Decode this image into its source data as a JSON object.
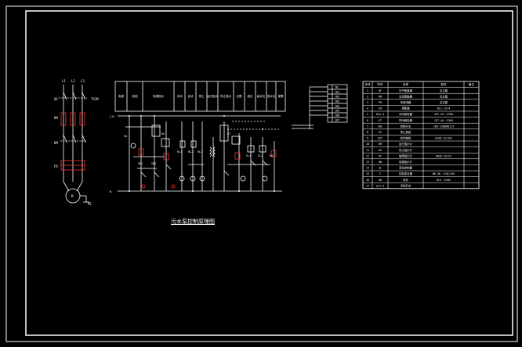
{
  "title": "污水泵控制原理图",
  "motor": {
    "phases": [
      "L1",
      "L2",
      "L3"
    ],
    "breaker": "QS",
    "contactor": "KM",
    "thermal": "FR",
    "ground": "PE",
    "motor": "M",
    "bus": "TX3M"
  },
  "function_headers": [
    "电源",
    "控制",
    "电源指示",
    "手动",
    "自动",
    "停止",
    "运行指示",
    "停止指示",
    "过载",
    "液位",
    "高水位",
    "低水位",
    "报警"
  ],
  "terminal_block": [
    "TB",
    "101",
    "102",
    "103",
    "104",
    "105",
    "106",
    "107"
  ],
  "wiring_labels": [
    "L11",
    "N",
    "SA",
    "SB1",
    "SB2",
    "KA",
    "HL1",
    "HL2",
    "HL3",
    "KT",
    "SL1",
    "SL2",
    "HA"
  ],
  "parts_table": {
    "headers": [
      "序号",
      "符号",
      "名称",
      "型号",
      "备注"
    ],
    "rows": [
      [
        "1",
        "QF",
        "空气断路器",
        "见主图",
        ""
      ],
      [
        "2",
        "KM",
        "交流接触器",
        "见主图",
        ""
      ],
      [
        "3",
        "FR",
        "热继电器",
        "见主图",
        ""
      ],
      [
        "4",
        "FU",
        "熔断器",
        "RL1-15/4",
        ""
      ],
      [
        "5",
        "KA1-4",
        "中间继电器",
        "JZ7-44 ~220V",
        ""
      ],
      [
        "6",
        "KT",
        "时间继电器",
        "JS7-4A ~220V",
        ""
      ],
      [
        "7",
        "SAC",
        "转换开关",
        "LW5-15D0081/2",
        ""
      ],
      [
        "8",
        "SS",
        "停止按钮",
        "",
        ""
      ],
      [
        "9",
        "SST",
        "启动按钮",
        "LA38-11/201",
        ""
      ],
      [
        "10",
        "HR",
        "运行指示灯",
        "",
        ""
      ],
      [
        "11",
        "HG",
        "停止指示灯",
        "",
        ""
      ],
      [
        "12",
        "HY",
        "故障指示灯",
        "AD16-22/21",
        ""
      ],
      [
        "13",
        "HW",
        "电源指示灯",
        "",
        ""
      ],
      [
        "14",
        "SL",
        "液位控制器",
        "",
        ""
      ],
      [
        "15",
        "T",
        "控制变压器",
        "BK-50 ~220/24V",
        ""
      ],
      [
        "16",
        "HA",
        "电铃",
        "UC4 ~220V",
        ""
      ],
      [
        "17",
        "SL1-3",
        "浮球开关",
        "",
        ""
      ]
    ]
  }
}
